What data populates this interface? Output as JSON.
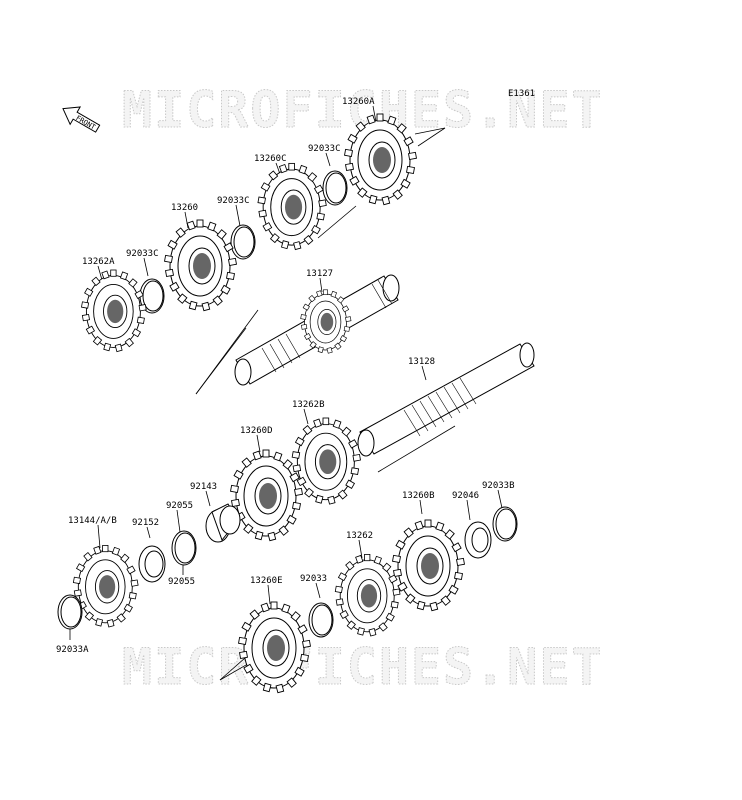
{
  "diagram": {
    "code": "E1361",
    "front_label": "FRONT",
    "watermark": [
      "MICROFICHES.NET",
      "MICROFICHES.NET"
    ],
    "parts": {
      "p13260A": "13260A",
      "p92033C_a": "92033C",
      "p13260C": "13260C",
      "p92033C_b": "92033C",
      "p13260": "13260",
      "p92033C_c": "92033C",
      "p13262A": "13262A",
      "p13127": "13127",
      "p13128": "13128",
      "p13262B": "13262B",
      "p13260D": "13260D",
      "p92143": "92143",
      "p92055_a": "92055",
      "p13144": "13144/A/B",
      "p92152": "92152",
      "p92055_b": "92055",
      "p92033A": "92033A",
      "p13260B": "13260B",
      "p92046": "92046",
      "p92033B": "92033B",
      "p13262": "13262",
      "p92033": "92033",
      "p13260E": "13260E"
    }
  }
}
